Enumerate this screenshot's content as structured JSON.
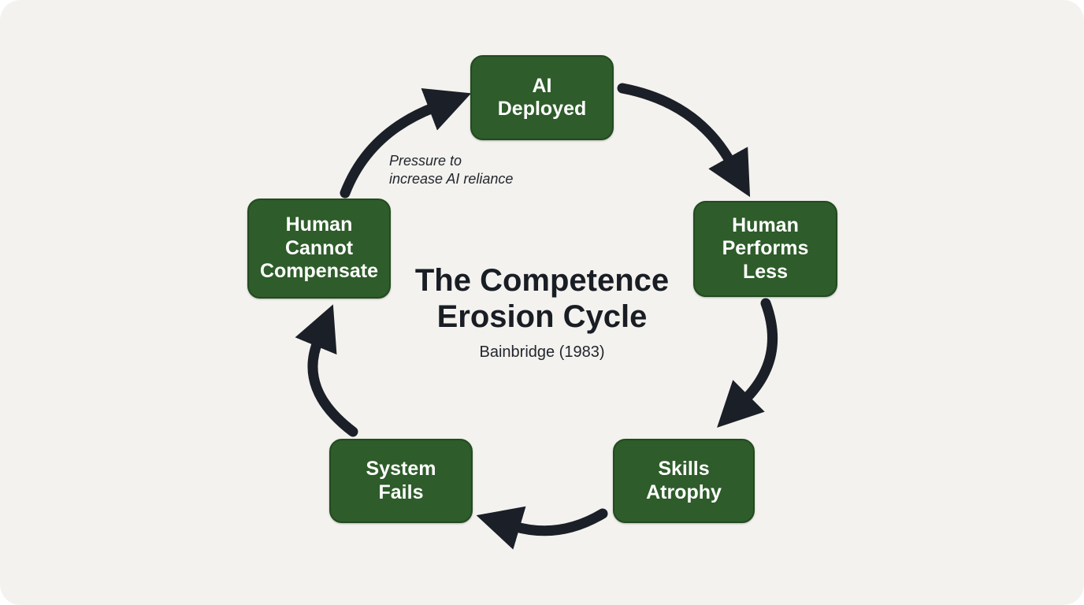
{
  "diagram": {
    "title_lines": [
      "The Competence",
      "Erosion Cycle"
    ],
    "subtitle": "Bainbridge (1983)",
    "arrow_caption_lines": [
      "Pressure to",
      "increase AI reliance"
    ],
    "nodes": [
      {
        "id": "ai-deployed",
        "lines": [
          "AI",
          "Deployed"
        ]
      },
      {
        "id": "human-performs-less",
        "lines": [
          "Human",
          "Performs",
          "Less"
        ]
      },
      {
        "id": "skills-atrophy",
        "lines": [
          "Skills",
          "Atrophy"
        ]
      },
      {
        "id": "system-fails",
        "lines": [
          "System",
          "Fails"
        ]
      },
      {
        "id": "human-cannot-compensate",
        "lines": [
          "Human",
          "Cannot",
          "Compensate"
        ]
      }
    ],
    "flow": [
      "AI Deployed -> Human Performs Less",
      "Human Performs Less -> Skills Atrophy",
      "Skills Atrophy -> System Fails",
      "System Fails -> Human Cannot Compensate",
      "Human Cannot Compensate -> AI Deployed"
    ],
    "colors": {
      "background": "#f3f2ee",
      "node_bg": "#2e5c2a",
      "node_text": "#ffffff",
      "arrow": "#1b1f27",
      "title_text": "#191d24"
    }
  }
}
